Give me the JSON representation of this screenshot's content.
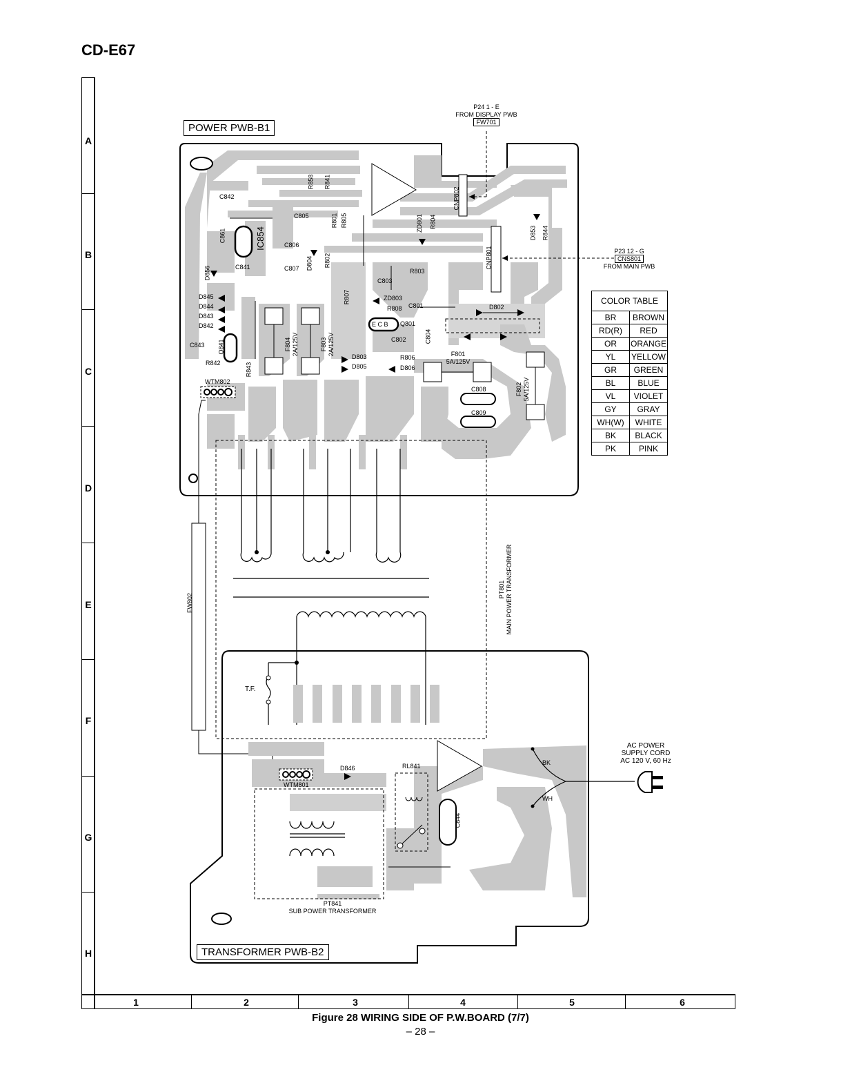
{
  "model": "CD-E67",
  "grid": {
    "rows": [
      "A",
      "B",
      "C",
      "D",
      "E",
      "F",
      "G",
      "H"
    ],
    "columns": [
      "1",
      "2",
      "3",
      "4",
      "5",
      "6"
    ]
  },
  "boards": {
    "power": "POWER PWB-B1",
    "transformer": "TRANSFORMER PWB-B2"
  },
  "connectors": {
    "display": {
      "ref": "P24  1 - E",
      "from": "FROM DISPLAY PWB",
      "name": "FW701"
    },
    "main": {
      "ref": "P23  12 - G",
      "name": "CNS801",
      "from": "FROM MAIN PWB"
    }
  },
  "ac_power": {
    "line1": "AC POWER",
    "line2": "SUPPLY CORD",
    "line3": "AC 120 V, 60 Hz",
    "bk": "BK",
    "wh": "WH"
  },
  "transformers": {
    "main": {
      "ref": "PT801",
      "name": "MAIN POWER TRANSFORMER"
    },
    "sub": {
      "ref": "PT841",
      "name": "SUB POWER TRANSFORMER"
    }
  },
  "components": {
    "ic854": "IC854",
    "c842": "C842",
    "c861": "C861",
    "c841": "C841",
    "d856": "D856",
    "d845": "D845",
    "d844": "D844",
    "d843": "D843",
    "d842": "D842",
    "c843": "C843",
    "q841": "Q841",
    "r842": "R842",
    "r843": "R843",
    "wtm802": "WTM802",
    "r858": "R858",
    "r841": "R841",
    "c805": "C805",
    "c806": "C806",
    "c807": "C807",
    "d804": "D804",
    "r802": "R802",
    "r801": "R801",
    "r805": "R805",
    "f804": "F804",
    "f804_rating": "2A/125V",
    "f803": "F803",
    "f803_rating": "2A/125V",
    "r807": "R807",
    "c803": "C803",
    "zd803": "ZD803",
    "r808": "R808",
    "c801": "C801",
    "q801": "Q801",
    "c802": "C802",
    "c804": "C804",
    "d803": "D803",
    "d805": "D805",
    "r806": "R806",
    "d806": "D806",
    "zd801": "ZD801",
    "r804": "R804",
    "r803": "R803",
    "cnp802": "CNP802",
    "cnp801": "CNP801",
    "d853": "D853",
    "r844": "R844",
    "d802": "D802",
    "f801": "F801",
    "f801_rating": "5A/125V",
    "f802": "F802",
    "f802_rating": "5A/125V",
    "c808": "C808",
    "c809": "C809",
    "fw802": "FW802",
    "tf": "T.F.",
    "d846": "D846",
    "rl841": "RL841",
    "wtm801": "WTM801",
    "c844": "C844",
    "ecb": "E C B"
  },
  "color_table": {
    "title": "COLOR  TABLE",
    "rows": [
      {
        "code": "BR",
        "name": "BROWN"
      },
      {
        "code": "RD(R)",
        "name": "RED"
      },
      {
        "code": "OR",
        "name": "ORANGE"
      },
      {
        "code": "YL",
        "name": "YELLOW"
      },
      {
        "code": "GR",
        "name": "GREEN"
      },
      {
        "code": "BL",
        "name": "BLUE"
      },
      {
        "code": "VL",
        "name": "VIOLET"
      },
      {
        "code": "GY",
        "name": "GRAY"
      },
      {
        "code": "WH(W)",
        "name": "WHITE"
      },
      {
        "code": "BK",
        "name": "BLACK"
      },
      {
        "code": "PK",
        "name": "PINK"
      }
    ]
  },
  "caption": "Figure 28 WIRING SIDE OF P.W.BOARD (7/7)",
  "page_number": "– 28 –",
  "colors": {
    "trace": "#c8c8c8",
    "ink": "#000000"
  }
}
